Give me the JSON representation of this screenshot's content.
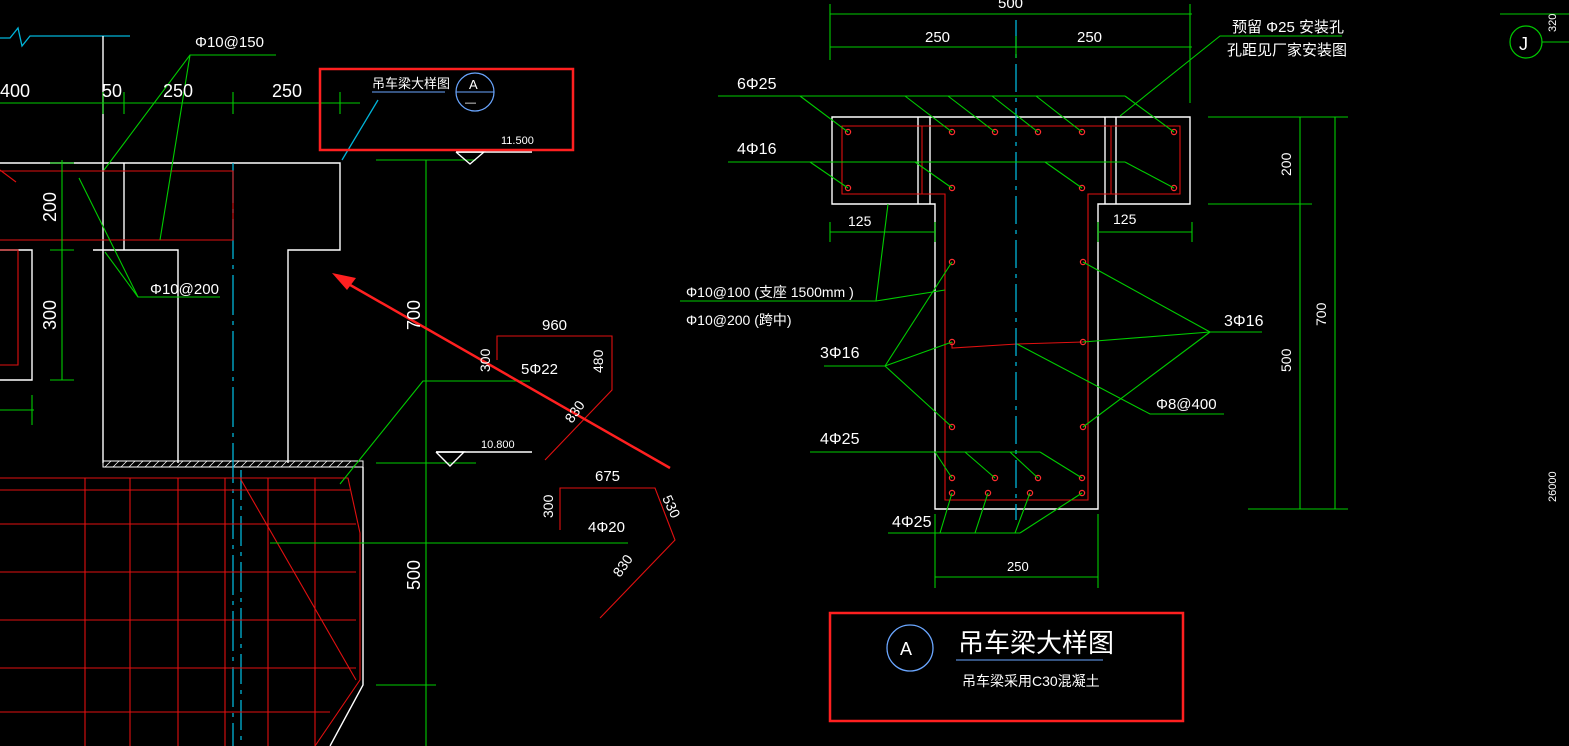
{
  "colors": {
    "background": "#000000",
    "outline": "#ffffff",
    "dimension": "#00cc00",
    "rebar": "#e01010",
    "centerline": "#00b4d8",
    "highlight": "#ff2020"
  },
  "left_view": {
    "dims": {
      "d400": "400",
      "d50": "50",
      "d250a": "250",
      "d250b": "250",
      "d200": "200",
      "d300": "300",
      "d700": "700",
      "d500": "500"
    },
    "callouts": {
      "stirrup_top": "Φ10@150",
      "stirrup_bottom": "Φ10@200"
    },
    "elevations": {
      "top": "11.500",
      "mid": "10.800"
    },
    "marker_box": {
      "title": "吊车梁大样图",
      "symbol": "A",
      "sub": "—"
    },
    "bent_bar_1": {
      "length": "960",
      "leg_left": "300",
      "leg_right": "480",
      "diag": "830",
      "label": "5Φ22"
    },
    "bent_bar_2": {
      "length": "675",
      "leg_left": "300",
      "leg_right": "530",
      "diag": "830",
      "label": "4Φ20"
    }
  },
  "section_view": {
    "dims": {
      "total_width": "500",
      "half_left": "250",
      "half_right": "250",
      "flange_left": "125",
      "flange_right": "125",
      "web_width": "250",
      "flange_depth": "200",
      "web_depth": "500",
      "total_depth": "700"
    },
    "top_note_1": "预留 Φ25 安装孔",
    "top_note_2": "孔距见厂家安装图",
    "callouts": {
      "top_bars": "6Φ25",
      "flange_bars": "4Φ16",
      "stirrup_support": "Φ10@100  (支座  1500mm  )",
      "stirrup_mid": "Φ10@200    (跨中)",
      "side_left": "3Φ16",
      "side_right": "3Φ16",
      "tie": "Φ8@400",
      "bottom_upper": "4Φ25",
      "bottom_lower": "4Φ25"
    },
    "title_box": {
      "symbol": "A",
      "title": "吊车梁大样图",
      "note": "吊车梁采用C30混凝土"
    }
  },
  "right_edge": {
    "grid_symbol": "J",
    "label_320": "320",
    "label_26000": "26000"
  }
}
